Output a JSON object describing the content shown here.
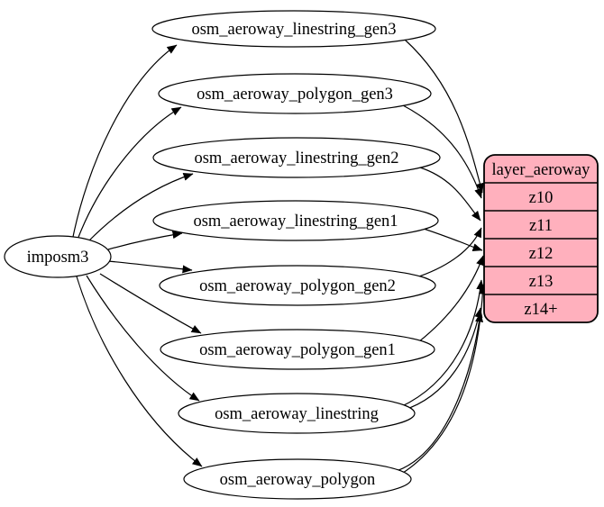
{
  "diagram": {
    "source": {
      "label": "imposm3"
    },
    "tables": [
      {
        "label": "osm_aeroway_linestring_gen3"
      },
      {
        "label": "osm_aeroway_polygon_gen3"
      },
      {
        "label": "osm_aeroway_linestring_gen2"
      },
      {
        "label": "osm_aeroway_linestring_gen1"
      },
      {
        "label": "osm_aeroway_polygon_gen2"
      },
      {
        "label": "osm_aeroway_polygon_gen1"
      },
      {
        "label": "osm_aeroway_linestring"
      },
      {
        "label": "osm_aeroway_polygon"
      }
    ],
    "layer": {
      "title": "layer_aeroway",
      "zoom_rows": [
        "z10",
        "z11",
        "z12",
        "z13",
        "z14+"
      ]
    },
    "edges": [
      {
        "from": "imposm3",
        "to": "osm_aeroway_linestring_gen3"
      },
      {
        "from": "imposm3",
        "to": "osm_aeroway_polygon_gen3"
      },
      {
        "from": "imposm3",
        "to": "osm_aeroway_linestring_gen2"
      },
      {
        "from": "imposm3",
        "to": "osm_aeroway_linestring_gen1"
      },
      {
        "from": "imposm3",
        "to": "osm_aeroway_polygon_gen2"
      },
      {
        "from": "imposm3",
        "to": "osm_aeroway_polygon_gen1"
      },
      {
        "from": "imposm3",
        "to": "osm_aeroway_linestring"
      },
      {
        "from": "imposm3",
        "to": "osm_aeroway_polygon"
      },
      {
        "from": "osm_aeroway_linestring_gen3",
        "to": "z10"
      },
      {
        "from": "osm_aeroway_polygon_gen3",
        "to": "z10"
      },
      {
        "from": "osm_aeroway_linestring_gen2",
        "to": "z11"
      },
      {
        "from": "osm_aeroway_polygon_gen2",
        "to": "z11"
      },
      {
        "from": "osm_aeroway_linestring_gen1",
        "to": "z12"
      },
      {
        "from": "osm_aeroway_polygon_gen1",
        "to": "z12"
      },
      {
        "from": "osm_aeroway_linestring",
        "to": "z13"
      },
      {
        "from": "osm_aeroway_linestring",
        "to": "z14+"
      },
      {
        "from": "osm_aeroway_polygon",
        "to": "z13"
      },
      {
        "from": "osm_aeroway_polygon",
        "to": "z14+"
      }
    ],
    "colors": {
      "layer_fill": "#ffb0bd",
      "node_fill": "#ffffff",
      "edge_color": "#000000"
    }
  }
}
